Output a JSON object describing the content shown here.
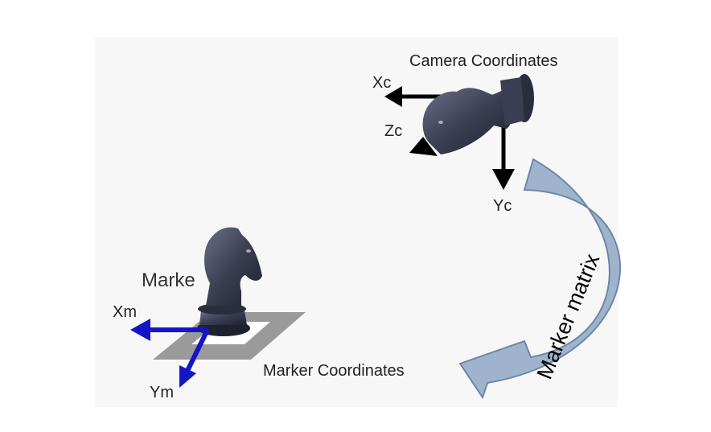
{
  "camera": {
    "title": "Camera Coordinates",
    "x_axis": "Xc",
    "y_axis": "Yc",
    "z_axis": "Zc"
  },
  "marker": {
    "title": "Marker Coordinates",
    "partial_label": "Marke",
    "x_axis": "Xm",
    "y_axis": "Ym"
  },
  "transform": {
    "label": "Marker matrix"
  },
  "colors": {
    "camera_axes": "#000000",
    "marker_axes": "#1515c8",
    "curved_arrow_fill": "#9fb4cc",
    "curved_arrow_stroke": "#6d87a8",
    "marker_plane": "#9a9a9a",
    "chess_piece": "#3b3e52"
  }
}
